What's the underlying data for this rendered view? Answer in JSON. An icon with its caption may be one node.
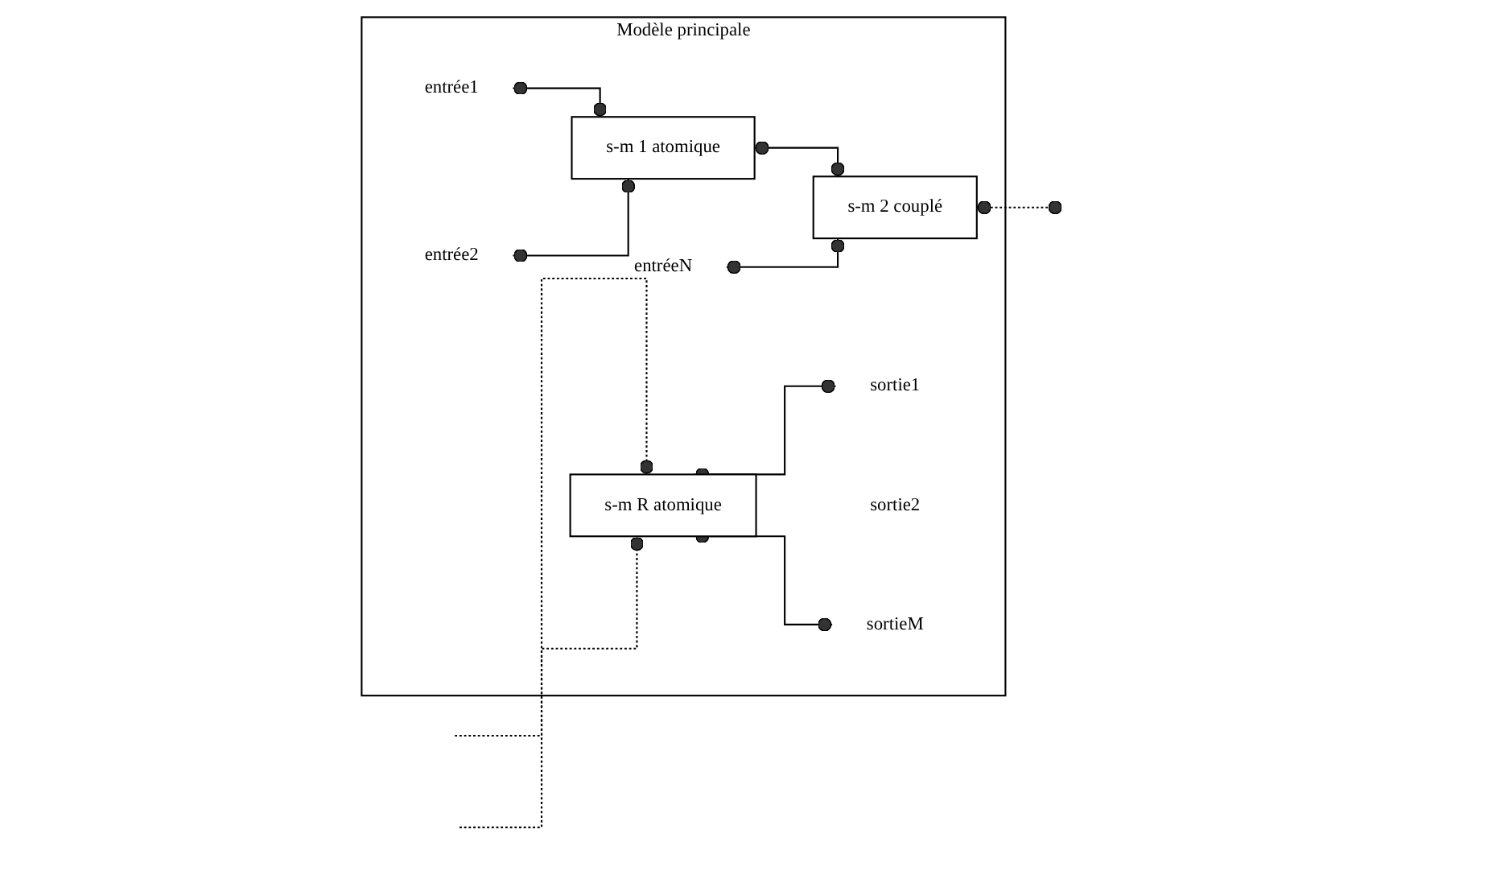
{
  "diagram": {
    "nodes": [
      {
        "text": [
          "Modèle principale"
        ]
      },
      {
        "text": [
          "entrée1"
        ],
        "in": 0
      },
      {
        "text": [
          "entrée2"
        ],
        "in": 0
      },
      {
        "text": [
          "entréeN"
        ],
        "in": 0
      },
      {
        "text": [
          "s-m 1 atomique"
        ],
        "in": 0
      },
      {
        "text": [
          "s-m R atomique"
        ],
        "in": 0
      },
      {
        "text": [
          "s-m 2 couplé"
        ],
        "in": 0
      },
      {
        "text": [
          "sortie1"
        ],
        "in": 0
      },
      {
        "text": [
          "sortie2"
        ],
        "in": 0
      },
      {
        "text": [
          "sortieM"
        ],
        "in": 0
      }
    ],
    "edges": [
      {
        "from": 1,
        "to": 4,
        "arrow": "other"
      },
      {
        "from": 2,
        "to": 4,
        "arrow": "other"
      },
      {
        "from": 4,
        "to": 6,
        "arrow": "other"
      },
      {
        "from": 3,
        "to": 6,
        "arrow": "other"
      },
      {
        "from": null,
        "to": 5,
        "arrow": "other",
        "style": "dashed"
      },
      {
        "from": null,
        "to": 5,
        "arrow": "other",
        "style": "dashed"
      },
      {
        "from": 6,
        "to": null,
        "arrow": "other",
        "style": "dashed"
      },
      {
        "from": 5,
        "to": 7,
        "arrow": "other"
      },
      {
        "from": 5,
        "to": 9,
        "arrow": "other"
      }
    ]
  }
}
